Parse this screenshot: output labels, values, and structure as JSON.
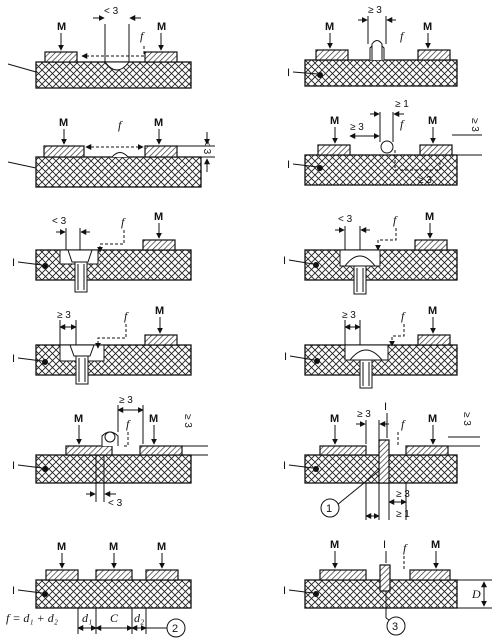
{
  "labels": {
    "M": "M",
    "f": "f",
    "I": "I",
    "lt3": "< 3",
    "ge3": "≥ 3",
    "ge1": "≥ 1",
    "formula": "f = d₁ + d₂",
    "d1": "d₁",
    "C": "C",
    "d2": "d₂",
    "D": "D",
    "mark1": "1",
    "mark2": "2",
    "mark3": "3"
  }
}
